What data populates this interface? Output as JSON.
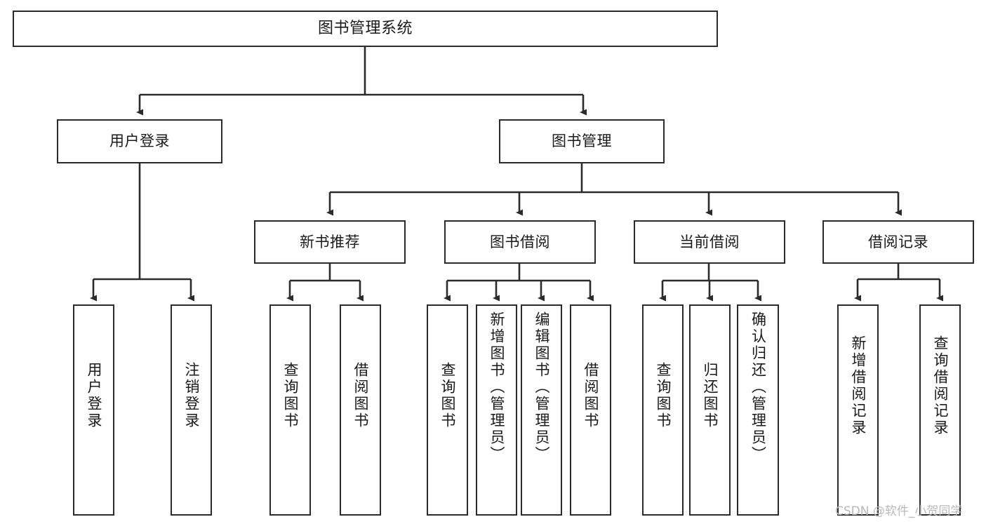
{
  "diagram": {
    "title": "图书管理系统",
    "type": "hierarchy-tree",
    "watermark": "CSDN @软件_小贺同学",
    "colors": {
      "box_border": "#2b2b2b",
      "box_fill": "#ffffff",
      "connector": "#2b2b2b",
      "text": "#1a1a1a",
      "watermark": "#b9b9b9"
    },
    "levels": {
      "root": {
        "label": "图书管理系统"
      },
      "level2": [
        {
          "label": "用户登录"
        },
        {
          "label": "图书管理"
        }
      ],
      "level3": [
        {
          "label": "新书推荐"
        },
        {
          "label": "图书借阅"
        },
        {
          "label": "当前借阅"
        },
        {
          "label": "借阅记录"
        }
      ],
      "leaves": {
        "user_login": [
          {
            "label": "用户登录"
          },
          {
            "label": "注销登录"
          }
        ],
        "new_book_recommend": [
          {
            "label": "查询图书"
          },
          {
            "label": "借阅图书"
          }
        ],
        "book_borrow": [
          {
            "label": "查询图书"
          },
          {
            "label": "新增图书（管理员）"
          },
          {
            "label": "编辑图书（管理员）"
          },
          {
            "label": "借阅图书"
          }
        ],
        "current_borrow": [
          {
            "label": "查询图书"
          },
          {
            "label": "归还图书"
          },
          {
            "label": "确认归还（管理员）"
          }
        ],
        "borrow_record": [
          {
            "label": "新增借阅记录"
          },
          {
            "label": "查询借阅记录"
          }
        ]
      }
    }
  }
}
